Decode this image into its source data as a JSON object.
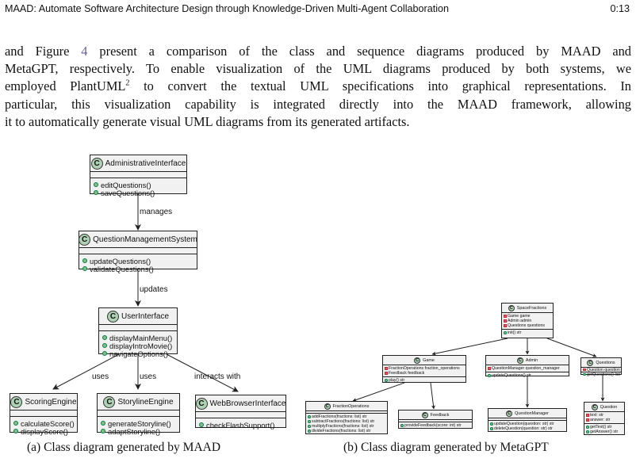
{
  "header": {
    "running_title": "MAAD: Automate Software Architecture Design through Knowledge-Driven Multi-Agent Collaboration",
    "page_number": "0:13"
  },
  "paragraph": {
    "line1_a": "and Figure ",
    "figure_ref": "4",
    "line1_b": " present a comparison of the class and sequence diagrams produced by MAAD and",
    "line2": "MetaGPT, respectively. To enable visualization of the UML diagrams produced by both systems, we",
    "line3_a": "employed PlantUML",
    "footnote": "2",
    "line3_b": " to convert the textual UML specifications into graphical representations. In",
    "line4": "particular, this visualization capability is integrated directly into the MAAD framework, allowing",
    "line5": "it to automatically generate visual UML diagrams from its generated artifacts."
  },
  "class_glyph": "C",
  "maad": {
    "classes": [
      {
        "name": "AdministrativeInterface",
        "methods": [
          "editQuestions()",
          "saveQuestions()"
        ]
      },
      {
        "name": "QuestionManagementSystem",
        "methods": [
          "updateQuestions()",
          "validateQuestions()"
        ]
      },
      {
        "name": "UserInterface",
        "methods": [
          "displayMainMenu()",
          "displayIntroMovie()",
          "navigateOptions()"
        ]
      },
      {
        "name": "ScoringEngine",
        "methods": [
          "calculateScore()",
          "displayScore()"
        ]
      },
      {
        "name": "StorylineEngine",
        "methods": [
          "generateStoryline()",
          "adaptStoryline()"
        ]
      },
      {
        "name": "WebBrowserInterface",
        "methods": [
          "checkFlashSupport()"
        ]
      }
    ],
    "edge_labels": [
      "manages",
      "updates",
      "uses",
      "uses",
      "interacts with"
    ]
  },
  "metagpt": {
    "classes": [
      {
        "name": "SpaceFractions",
        "fields": [
          "Game game",
          "Admin admin",
          "Questions questions"
        ],
        "methods": [
          "init() str"
        ]
      },
      {
        "name": "Game",
        "fields": [
          "FractionOperations fraction_operations",
          "Feedback feedback"
        ],
        "methods": [
          "play() str"
        ]
      },
      {
        "name": "Admin",
        "fields": [
          "QuestionManager question_manager"
        ],
        "methods": [
          "updateQuestions() str"
        ]
      },
      {
        "name": "Questions",
        "fields": [
          "Question question"
        ],
        "methods": [
          "getQuestions() list"
        ]
      },
      {
        "name": "FractionOperations",
        "fields": [],
        "methods": [
          "addFractions(fractions: list) str",
          "subtractFractions(fractions: list) str",
          "multiplyFractions(fractions: list) str",
          "divideFractions(fractions: list) str"
        ]
      },
      {
        "name": "Feedback",
        "fields": [],
        "methods": [
          "provideFeedback(score: int) str"
        ]
      },
      {
        "name": "QuestionManager",
        "fields": [],
        "methods": [
          "updateQuestion(question: str) str",
          "deleteQuestion(question: str) str"
        ]
      },
      {
        "name": "Question",
        "fields": [
          "text: str",
          "answer: str"
        ],
        "methods": [
          "getText() str",
          "getAnswer() str"
        ]
      }
    ]
  },
  "captions": {
    "a": "(a) Class diagram generated by MAAD",
    "b": "(b) Class diagram generated by MetaGPT"
  },
  "colors": {
    "class_fill": "#f1f1f1",
    "class_circle": "#add1b2",
    "public_method": "#84be84",
    "private_field": "#f24d5c",
    "figure_ref": "#6a5ea5"
  }
}
